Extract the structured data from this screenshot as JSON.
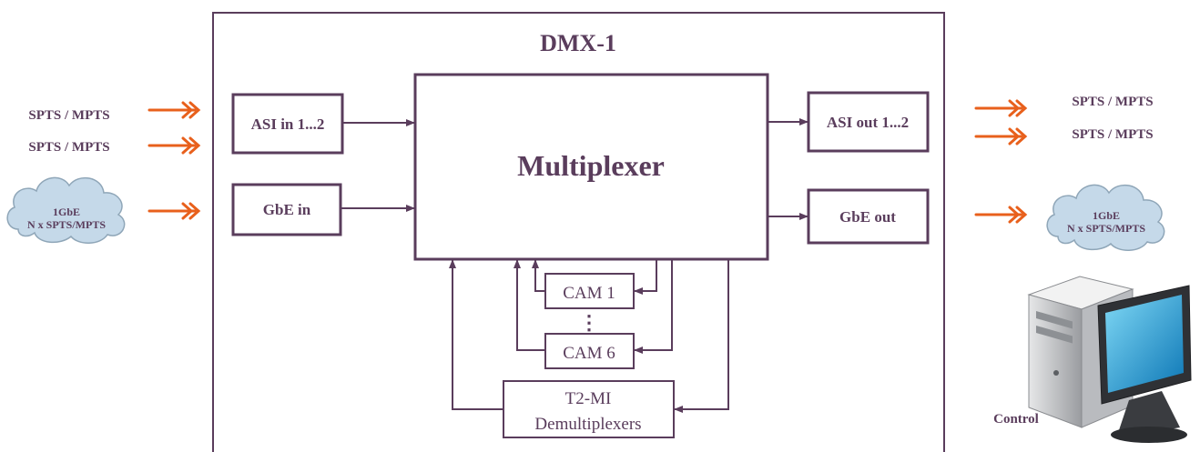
{
  "title": "DMX-1",
  "core": {
    "label": "Multiplexer"
  },
  "inputs": {
    "asi": "ASI in 1...2",
    "gbe": "GbE in",
    "stream1": "SPTS / MPTS",
    "stream2": "SPTS / MPTS",
    "cloud_line1": "1GbE",
    "cloud_line2": "N x SPTS/MPTS"
  },
  "outputs": {
    "asi": "ASI out 1...2",
    "gbe": "GbE out",
    "stream1": "SPTS / MPTS",
    "stream2": "SPTS / MPTS",
    "cloud_line1": "1GbE",
    "cloud_line2": "N x SPTS/MPTS"
  },
  "cam": {
    "first": "CAM 1",
    "last": "CAM 6",
    "ellipsis": "⋮"
  },
  "demux": {
    "line1": "T2-MI",
    "line2": "Demultiplexers"
  },
  "control": {
    "label": "Control",
    "icon": "computer-icon"
  },
  "colors": {
    "frame": "#5a3d5c",
    "arrow_orange": "#e8601c",
    "cloud": "#c5d9e9"
  }
}
